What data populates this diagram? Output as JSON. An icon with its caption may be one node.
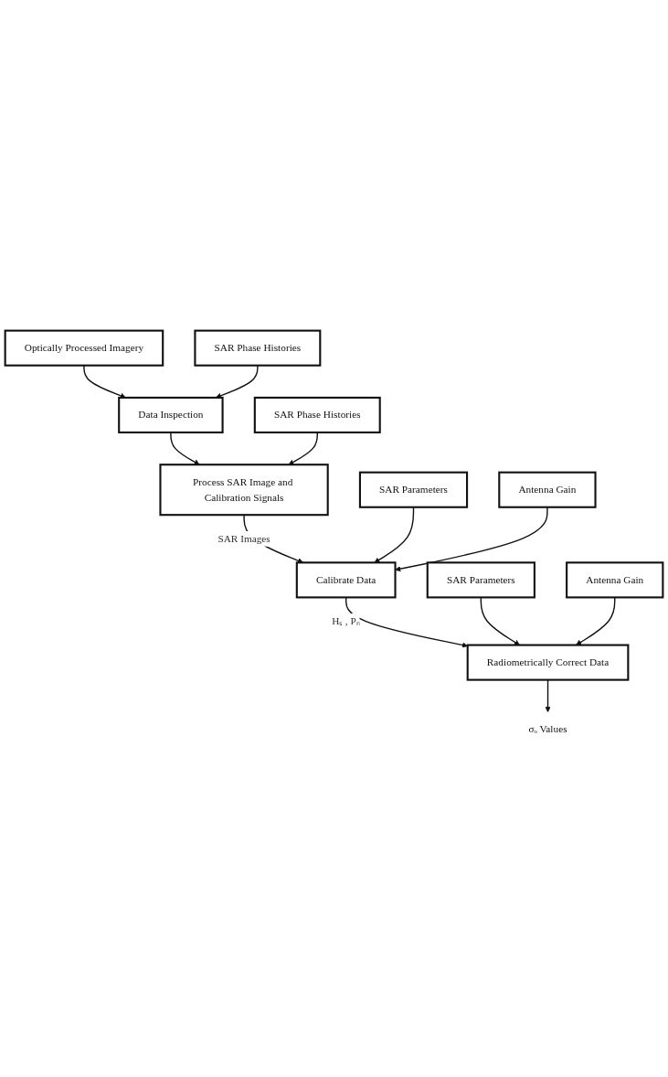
{
  "diagram": {
    "nodes": [
      {
        "text": [
          "Optically Processed Imagery"
        ]
      },
      {
        "text": [
          "SAR Phase Histories"
        ]
      },
      {
        "text": [
          "Data Inspection"
        ]
      },
      {
        "text": [
          "SAR Phase Histories"
        ]
      },
      {
        "text": [
          "Process SAR Image and Calibration Signals"
        ]
      },
      {
        "text": [
          "SAR Parameters"
        ]
      },
      {
        "text": [
          "Antenna Gain"
        ]
      },
      {
        "text": [
          "Calibrate Data"
        ]
      },
      {
        "text": [
          "SAR Parameters"
        ]
      },
      {
        "text": [
          "Antenna Gain"
        ]
      },
      {
        "text": [
          "Radiometrically Correct Data"
        ]
      },
      {
        "text": [
          "σₒ Values"
        ]
      }
    ],
    "edges": [
      {
        "from": 0,
        "to": 2,
        "arrow": "to"
      },
      {
        "from": 1,
        "to": 2,
        "arrow": "to"
      },
      {
        "from": 2,
        "to": 4,
        "arrow": "to"
      },
      {
        "from": 3,
        "to": 4,
        "arrow": "to"
      },
      {
        "from": 4,
        "to": 7,
        "arrow": "to",
        "label": "SAR Images"
      },
      {
        "from": 5,
        "to": 7,
        "arrow": "to"
      },
      {
        "from": 6,
        "to": 7,
        "arrow": "to"
      },
      {
        "from": 7,
        "to": 10,
        "arrow": "to",
        "label": "Hₛ , Pₙ"
      },
      {
        "from": 8,
        "to": 10,
        "arrow": "to"
      },
      {
        "from": 9,
        "to": 10,
        "arrow": "to"
      },
      {
        "from": 10,
        "to": 11,
        "arrow": "to"
      }
    ]
  }
}
